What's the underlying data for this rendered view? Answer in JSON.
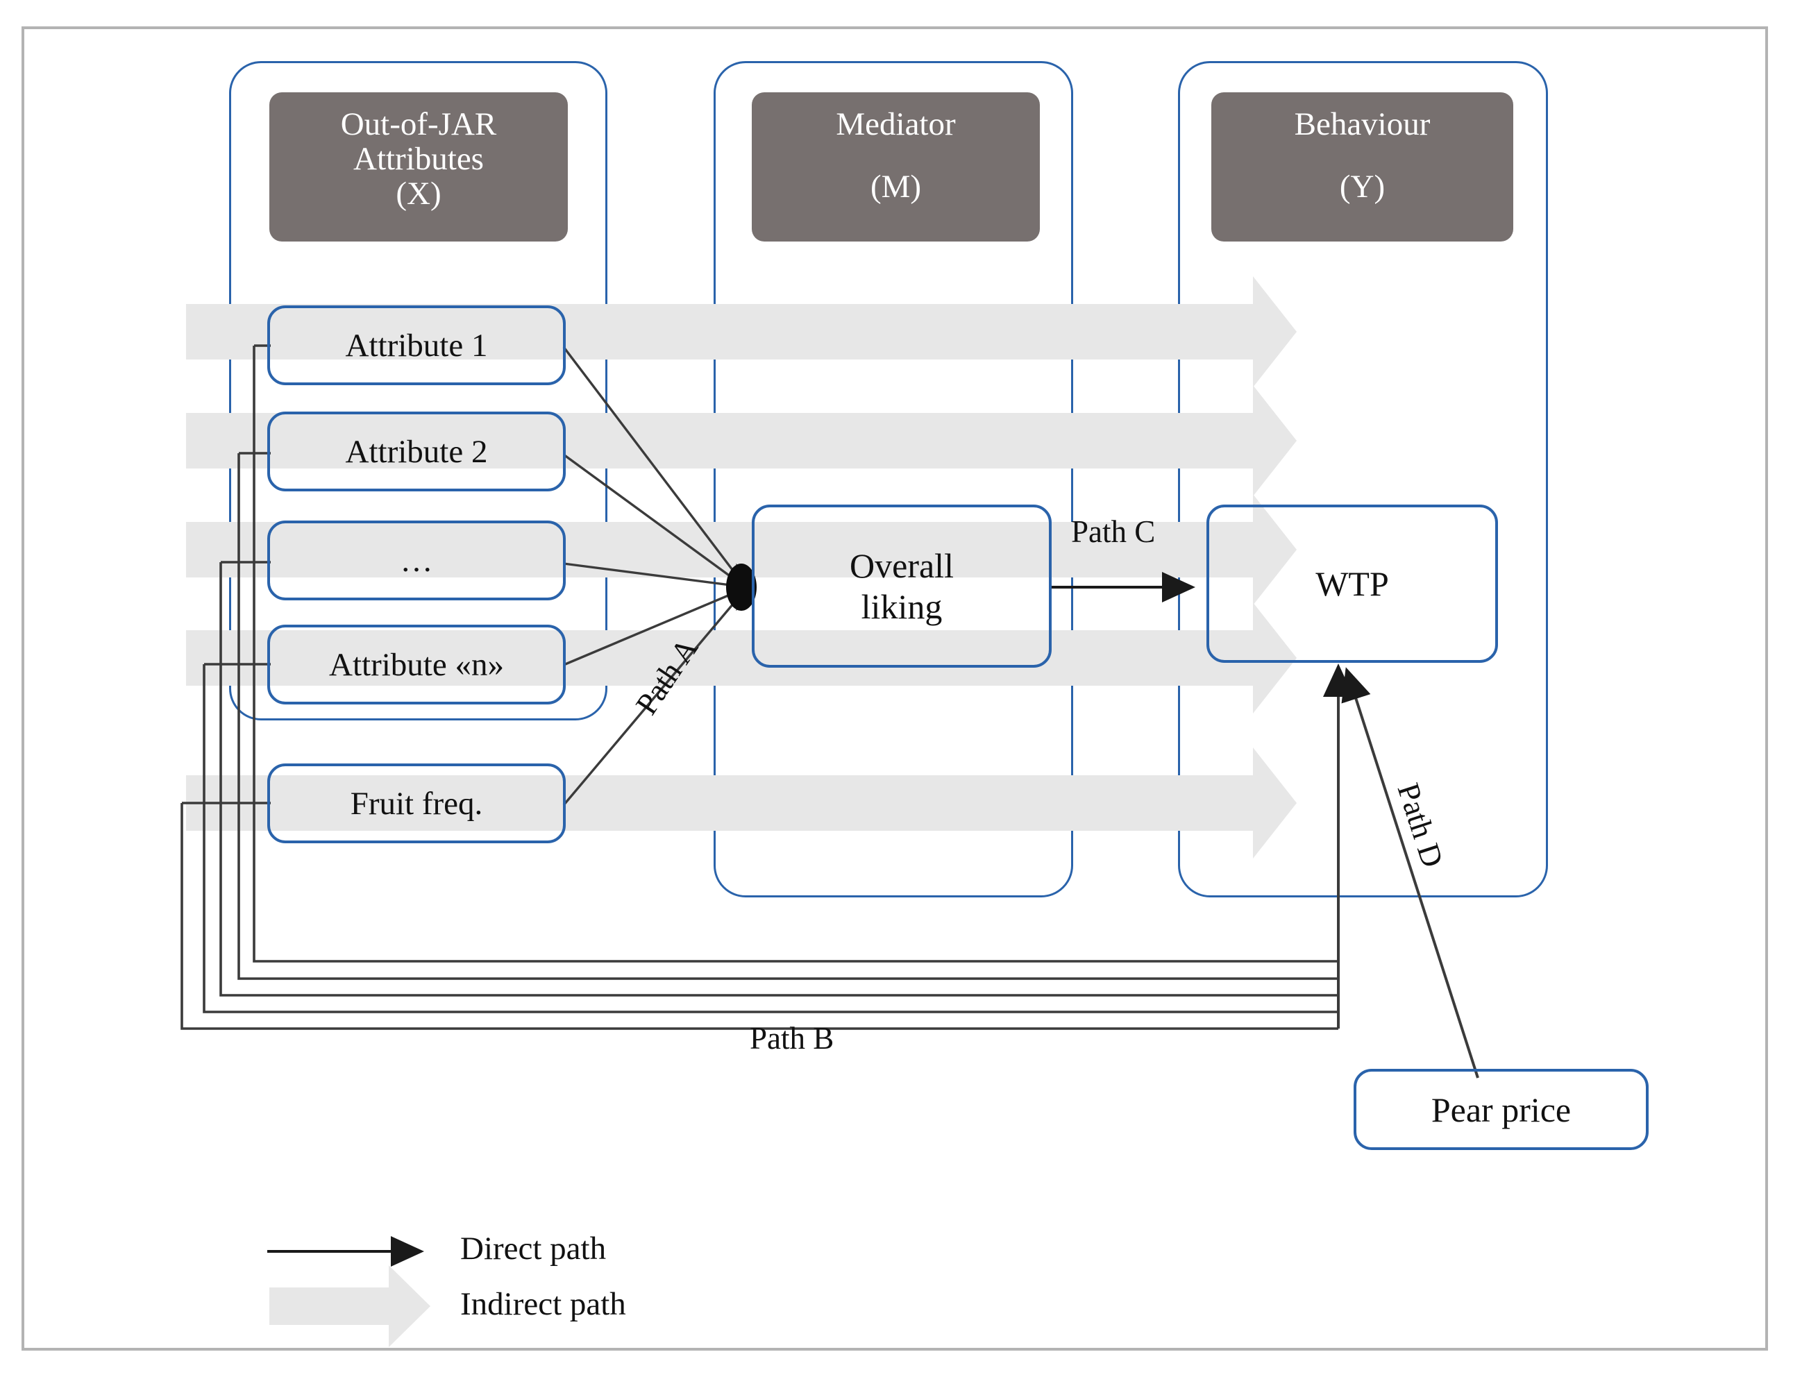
{
  "diagram": {
    "columns": [
      {
        "id": "x",
        "title_line1": "Out-of-JAR",
        "title_line2": "Attributes",
        "title_line3": "(X)"
      },
      {
        "id": "m",
        "title_line1": "Mediator",
        "title_line2": "",
        "title_line3": "(M)"
      },
      {
        "id": "y",
        "title_line1": "Behaviour",
        "title_line2": "",
        "title_line3": "(Y)"
      }
    ],
    "attributes": [
      {
        "label": "Attribute 1"
      },
      {
        "label": "Attribute 2"
      },
      {
        "label": "…"
      },
      {
        "label": "Attribute «n»"
      },
      {
        "label": "Fruit freq."
      }
    ],
    "mediator_node": {
      "line1": "Overall",
      "line2": "liking"
    },
    "outcome_node": {
      "label": "WTP"
    },
    "covariate_node": {
      "label": "Pear price"
    },
    "path_labels": {
      "a": "Path A",
      "b": "Path B",
      "c": "Path C",
      "d": "Path D"
    },
    "legend": [
      {
        "label": "Direct path",
        "kind": "direct-arrow"
      },
      {
        "label": "Indirect path",
        "kind": "indirect-arrow"
      }
    ],
    "colors": {
      "node_border": "#2a63ab",
      "header_fill": "#77706f",
      "indirect_arrow": "#e7e7e7",
      "direct_line": "#3b3b3b",
      "frame": "#b3b3b3"
    }
  }
}
